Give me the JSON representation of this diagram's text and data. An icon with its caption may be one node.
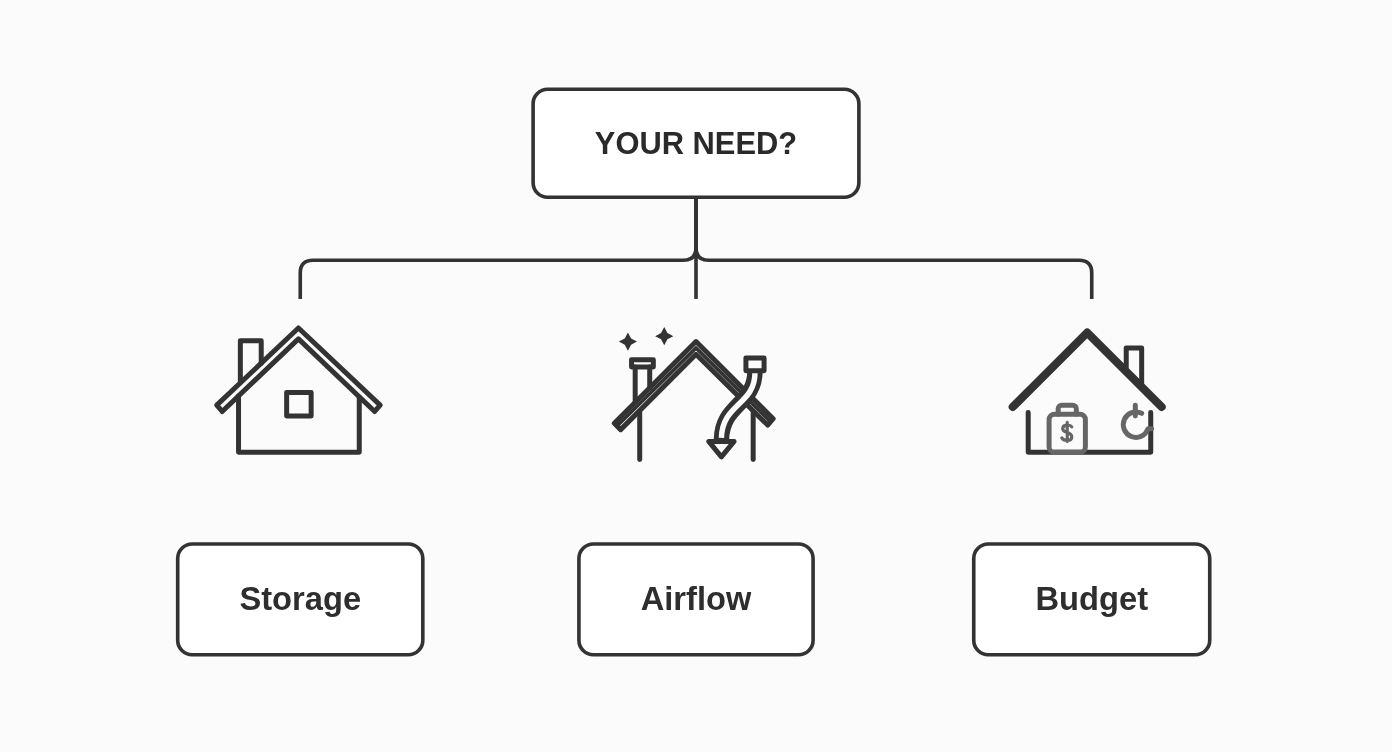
{
  "diagram": {
    "nodes": [
      {
        "text": [
          "YOUR NEED?"
        ]
      },
      {
        "text": [],
        "shape": "picture"
      },
      {
        "text": [],
        "shape": "picture"
      },
      {
        "text": [],
        "shape": "picture"
      },
      {
        "text": [
          "Storage"
        ]
      },
      {
        "text": [
          "Airflow"
        ]
      },
      {
        "text": [
          "Budget"
        ]
      }
    ],
    "edges": [
      {
        "from": 0,
        "to": 1,
        "arrow": "none"
      },
      {
        "from": 0,
        "to": 2,
        "arrow": "none"
      },
      {
        "from": 0,
        "to": 3,
        "arrow": "none"
      }
    ]
  }
}
